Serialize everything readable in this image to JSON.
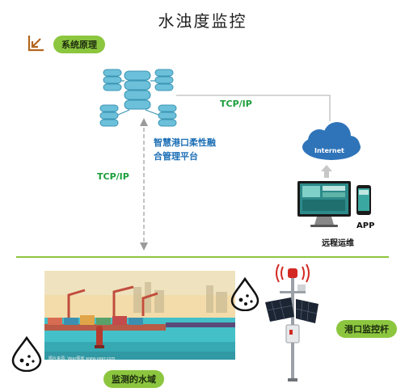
{
  "title": "水浊度监控",
  "section_tag": "系统原理",
  "platform_label_line1": "智慧港口柔性融",
  "platform_label_line2": "合管理平台",
  "link_top_label": "TCP/IP",
  "link_side_label": "TCP/IP",
  "cloud_label": "Internet",
  "app_label": "APP",
  "remote_label": "远程运维",
  "water_area_label": "监测的水域",
  "station_label": "港口监控杆",
  "photo_credit": "图片来源: Veer图库 www.veer.com",
  "colors": {
    "accent_green": "#8cc63f",
    "cloud_blue": "#2f74b9",
    "server_teal": "#6cc0d9"
  },
  "icons": [
    "corner-arrow-icon",
    "server-cluster-icon",
    "cloud-icon",
    "monitor-icon",
    "phone-icon",
    "water-drop-icon",
    "alarm-light-icon",
    "solar-panel-icon"
  ]
}
